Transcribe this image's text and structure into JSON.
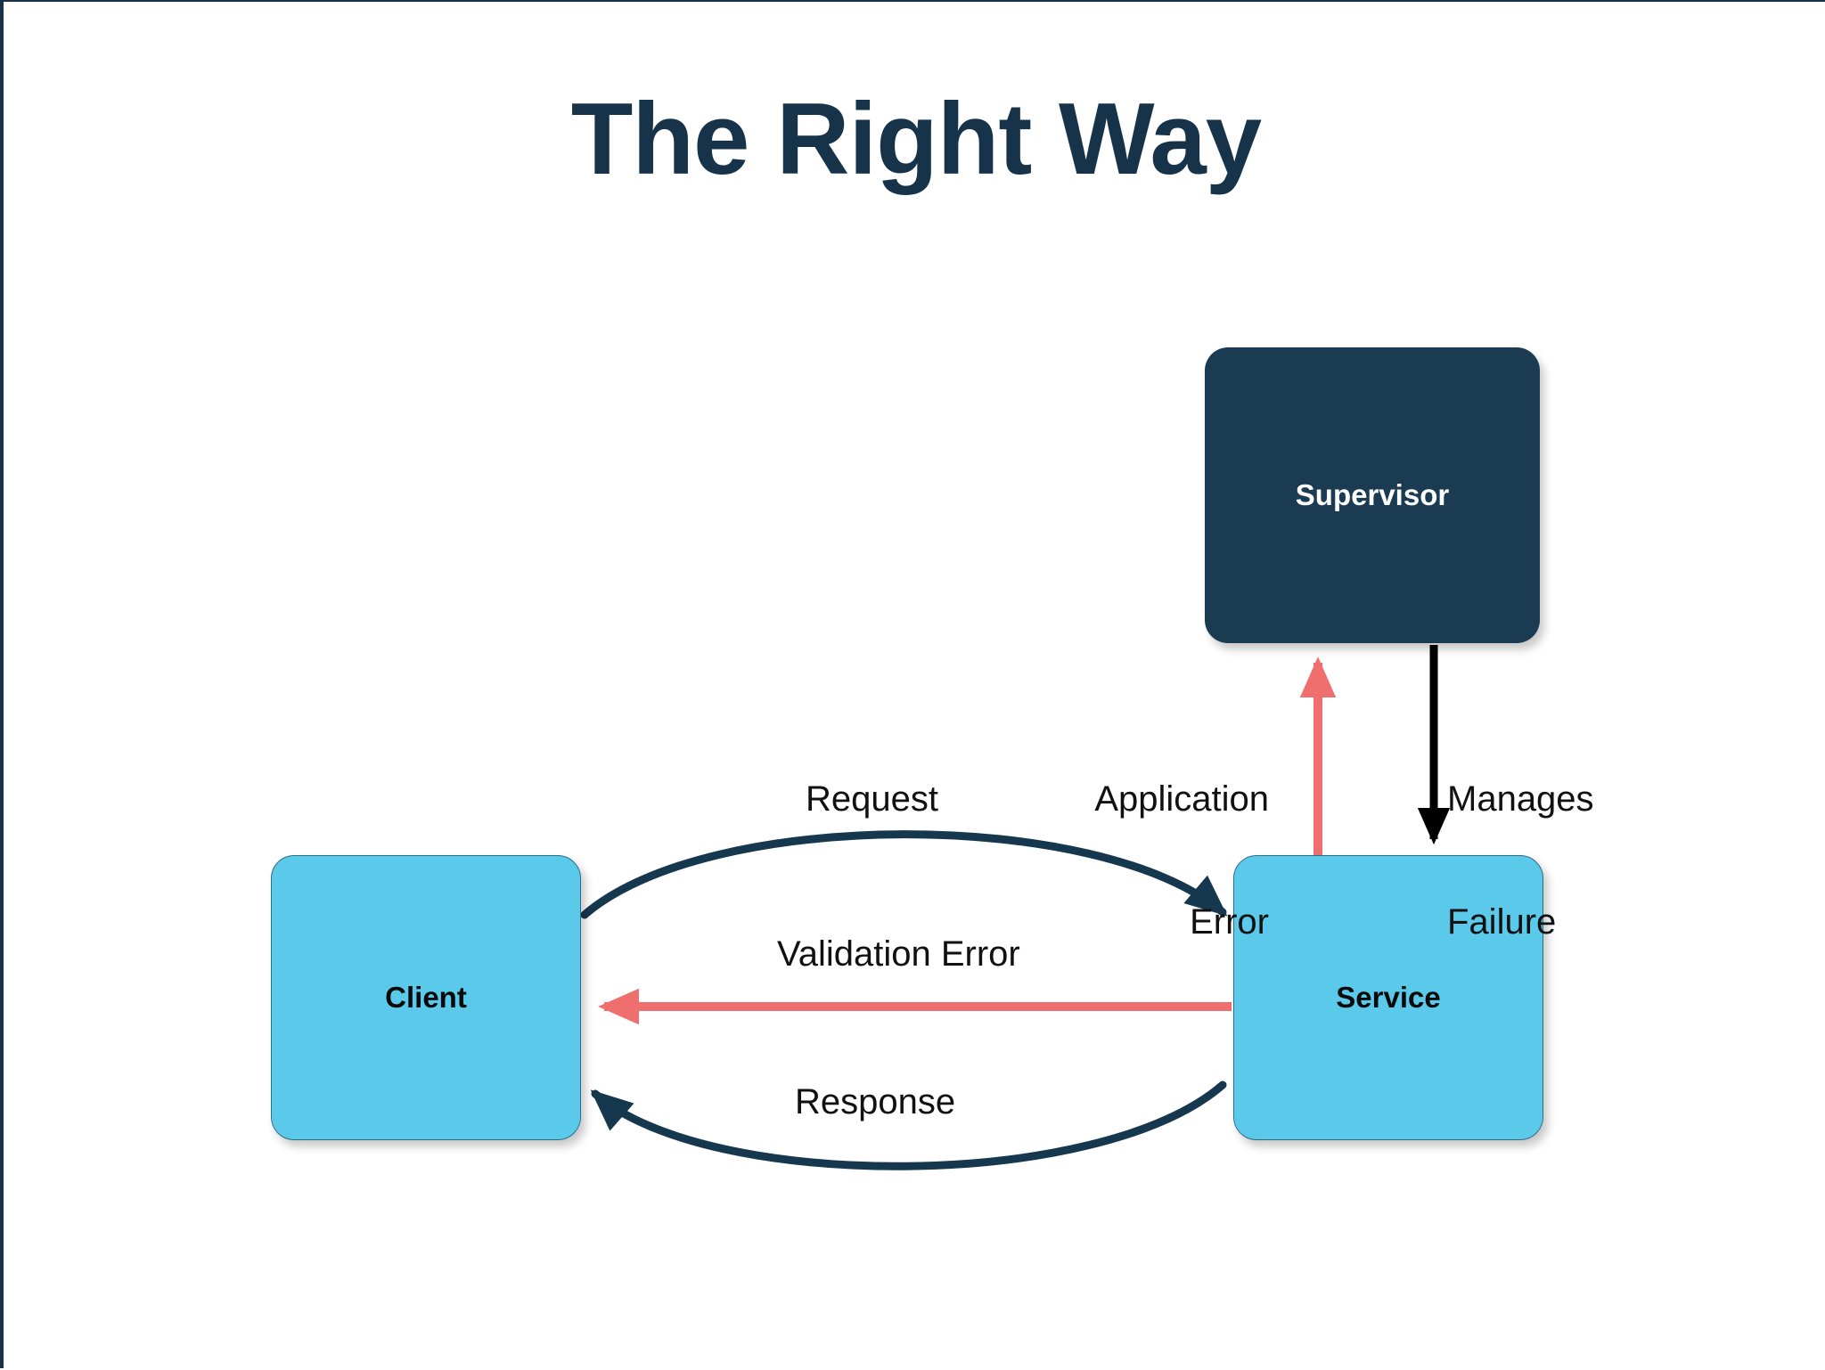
{
  "slide": {
    "title": "The Right Way",
    "background_color": "#ffffff",
    "title_color": "#16334a"
  },
  "nodes": [
    {
      "id": "supervisor",
      "label": "Supervisor",
      "fill": "#1a3b52",
      "text_color": "#ffffff"
    },
    {
      "id": "client",
      "label": "Client",
      "fill": "#5bc9ea",
      "text_color": "#0a0a0a"
    },
    {
      "id": "service",
      "label": "Service",
      "fill": "#5bc9ea",
      "text_color": "#0a0a0a"
    }
  ],
  "edges": [
    {
      "id": "request",
      "label": "Request",
      "from": "client",
      "to": "service",
      "color": "#16384f",
      "style": "curved"
    },
    {
      "id": "validation-error",
      "label": "Validation Error",
      "from": "service",
      "to": "client",
      "color": "#ef6f6f",
      "style": "straight"
    },
    {
      "id": "response",
      "label": "Response",
      "from": "service",
      "to": "client",
      "color": "#16384f",
      "style": "curved"
    },
    {
      "id": "application-error",
      "label_line1": "Application",
      "label_line2": "Error",
      "from": "service",
      "to": "supervisor",
      "color": "#ef6f6f",
      "style": "straight"
    },
    {
      "id": "manages-failure",
      "label_line1": "Manages",
      "label_line2": "Failure",
      "from": "supervisor",
      "to": "service",
      "color": "#000000",
      "style": "straight"
    }
  ],
  "palette": {
    "navy": "#16334a",
    "node_dark": "#1a3b52",
    "node_blue": "#5bc9ea",
    "red": "#ef6f6f",
    "black": "#000000"
  }
}
